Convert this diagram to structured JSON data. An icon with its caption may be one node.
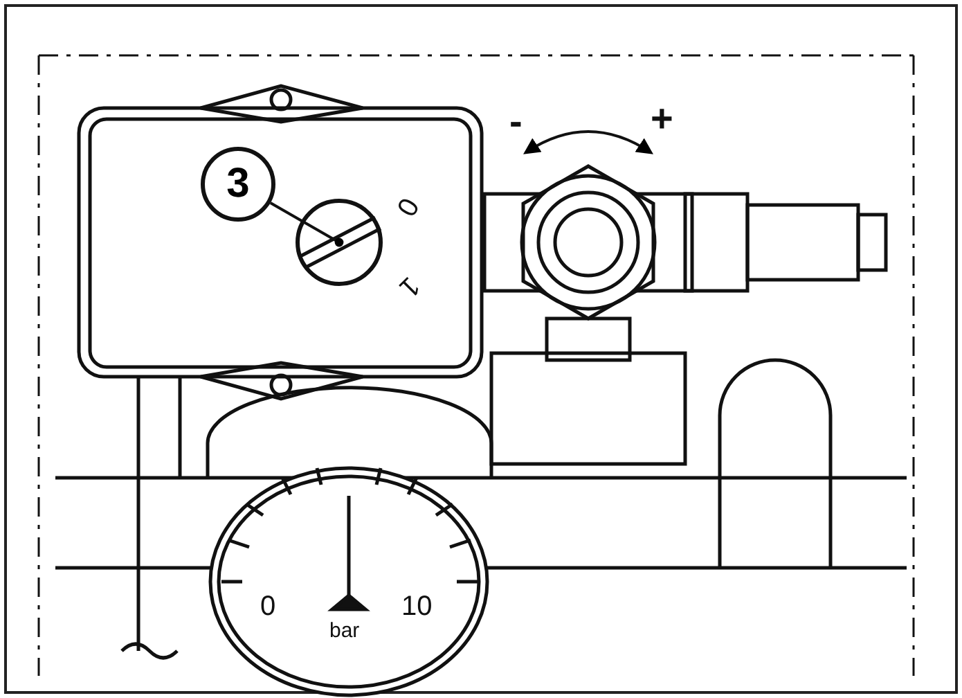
{
  "diagram": {
    "nodes": [
      {
        "text": [
          "3"
        ]
      },
      {
        "text": [],
        "shape": "circle"
      }
    ],
    "edges": [
      {
        "from": 0,
        "to": 1,
        "arrow": "other"
      }
    ],
    "labels": [
      "0",
      "1",
      "-",
      "+",
      "0",
      "10",
      "bar"
    ]
  }
}
